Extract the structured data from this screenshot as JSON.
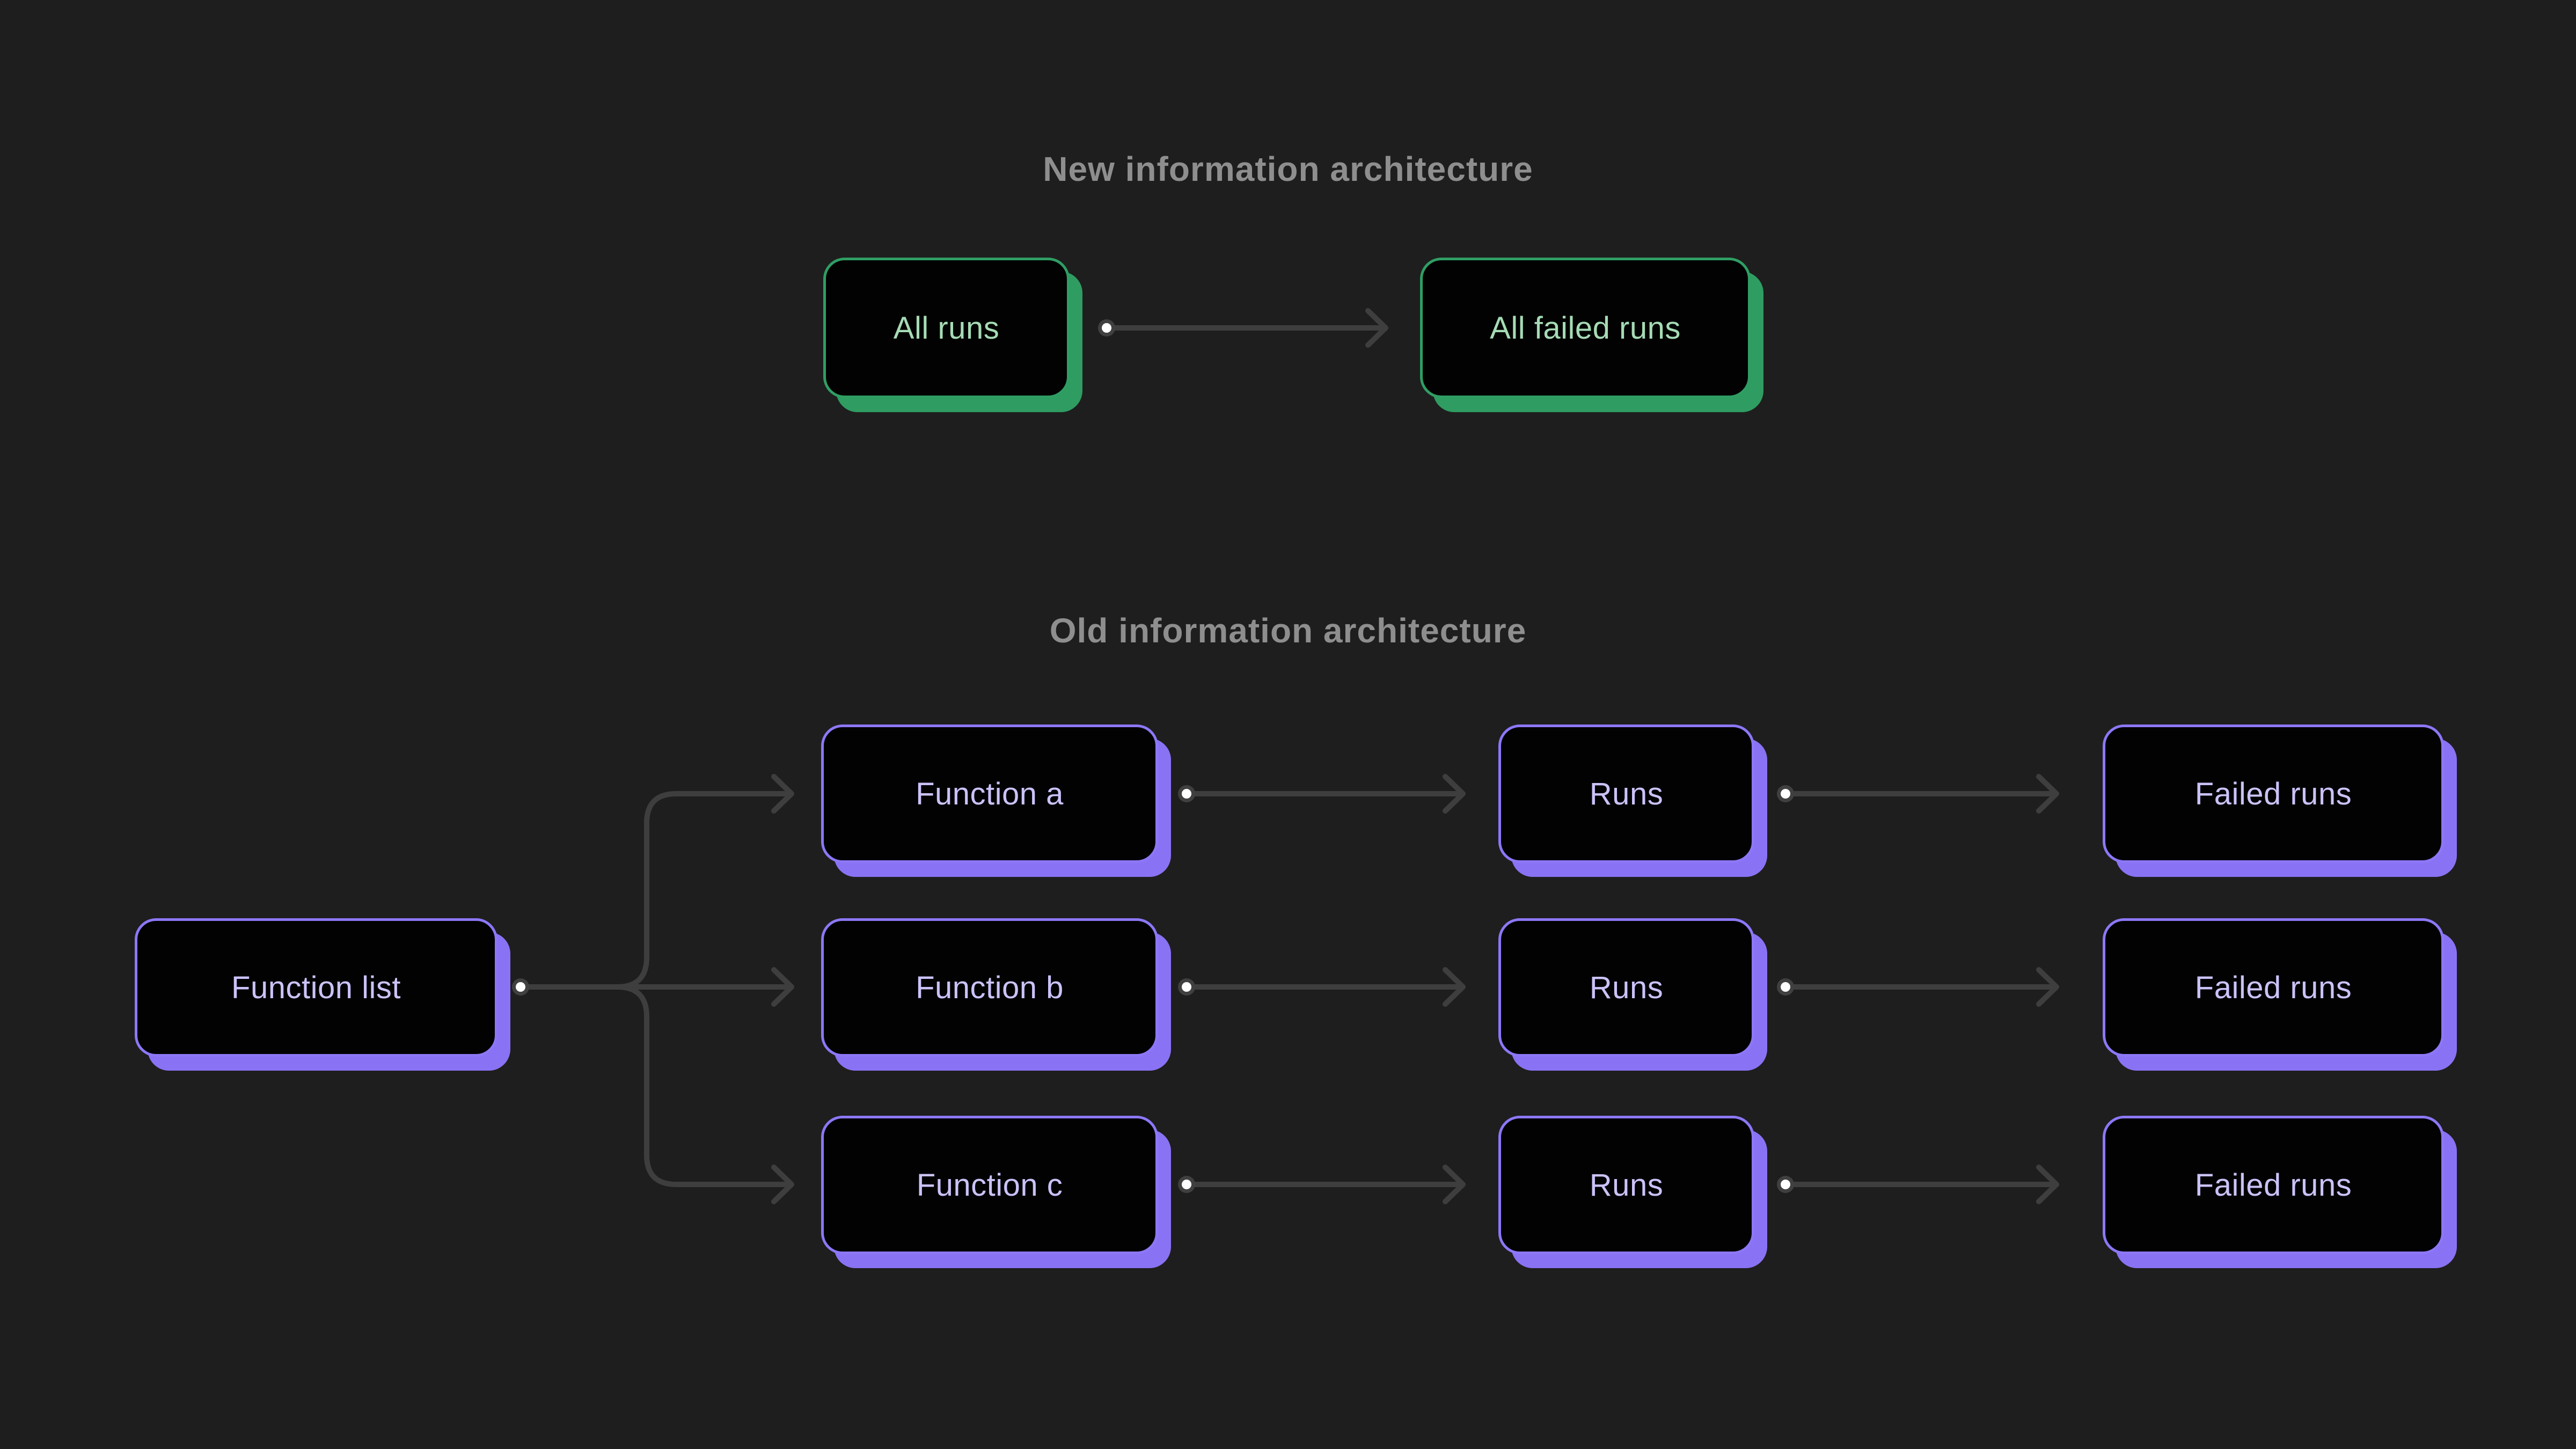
{
  "page": {
    "background_color": "#1e1e1e",
    "title_color": "#8e8e8e"
  },
  "new_section": {
    "title": "New information architecture",
    "accent_color": "#2f9e63",
    "node_text_color": "#a6dbb5",
    "nodes": {
      "all_runs": "All runs",
      "all_failed_runs": "All failed runs"
    }
  },
  "old_section": {
    "title": "Old information architecture",
    "accent_color": "#8d77f6",
    "node_text_color": "#cbc2f8",
    "root_node": "Function list",
    "rows": [
      {
        "function": "Function a",
        "runs": "Runs",
        "failed_runs": "Failed runs"
      },
      {
        "function": "Function b",
        "runs": "Runs",
        "failed_runs": "Failed runs"
      },
      {
        "function": "Function c",
        "runs": "Runs",
        "failed_runs": "Failed runs"
      }
    ]
  },
  "connectors": {
    "line_color": "#3e3e3e",
    "dot_fill": "#ffffff",
    "dot_ring": "#404040"
  }
}
